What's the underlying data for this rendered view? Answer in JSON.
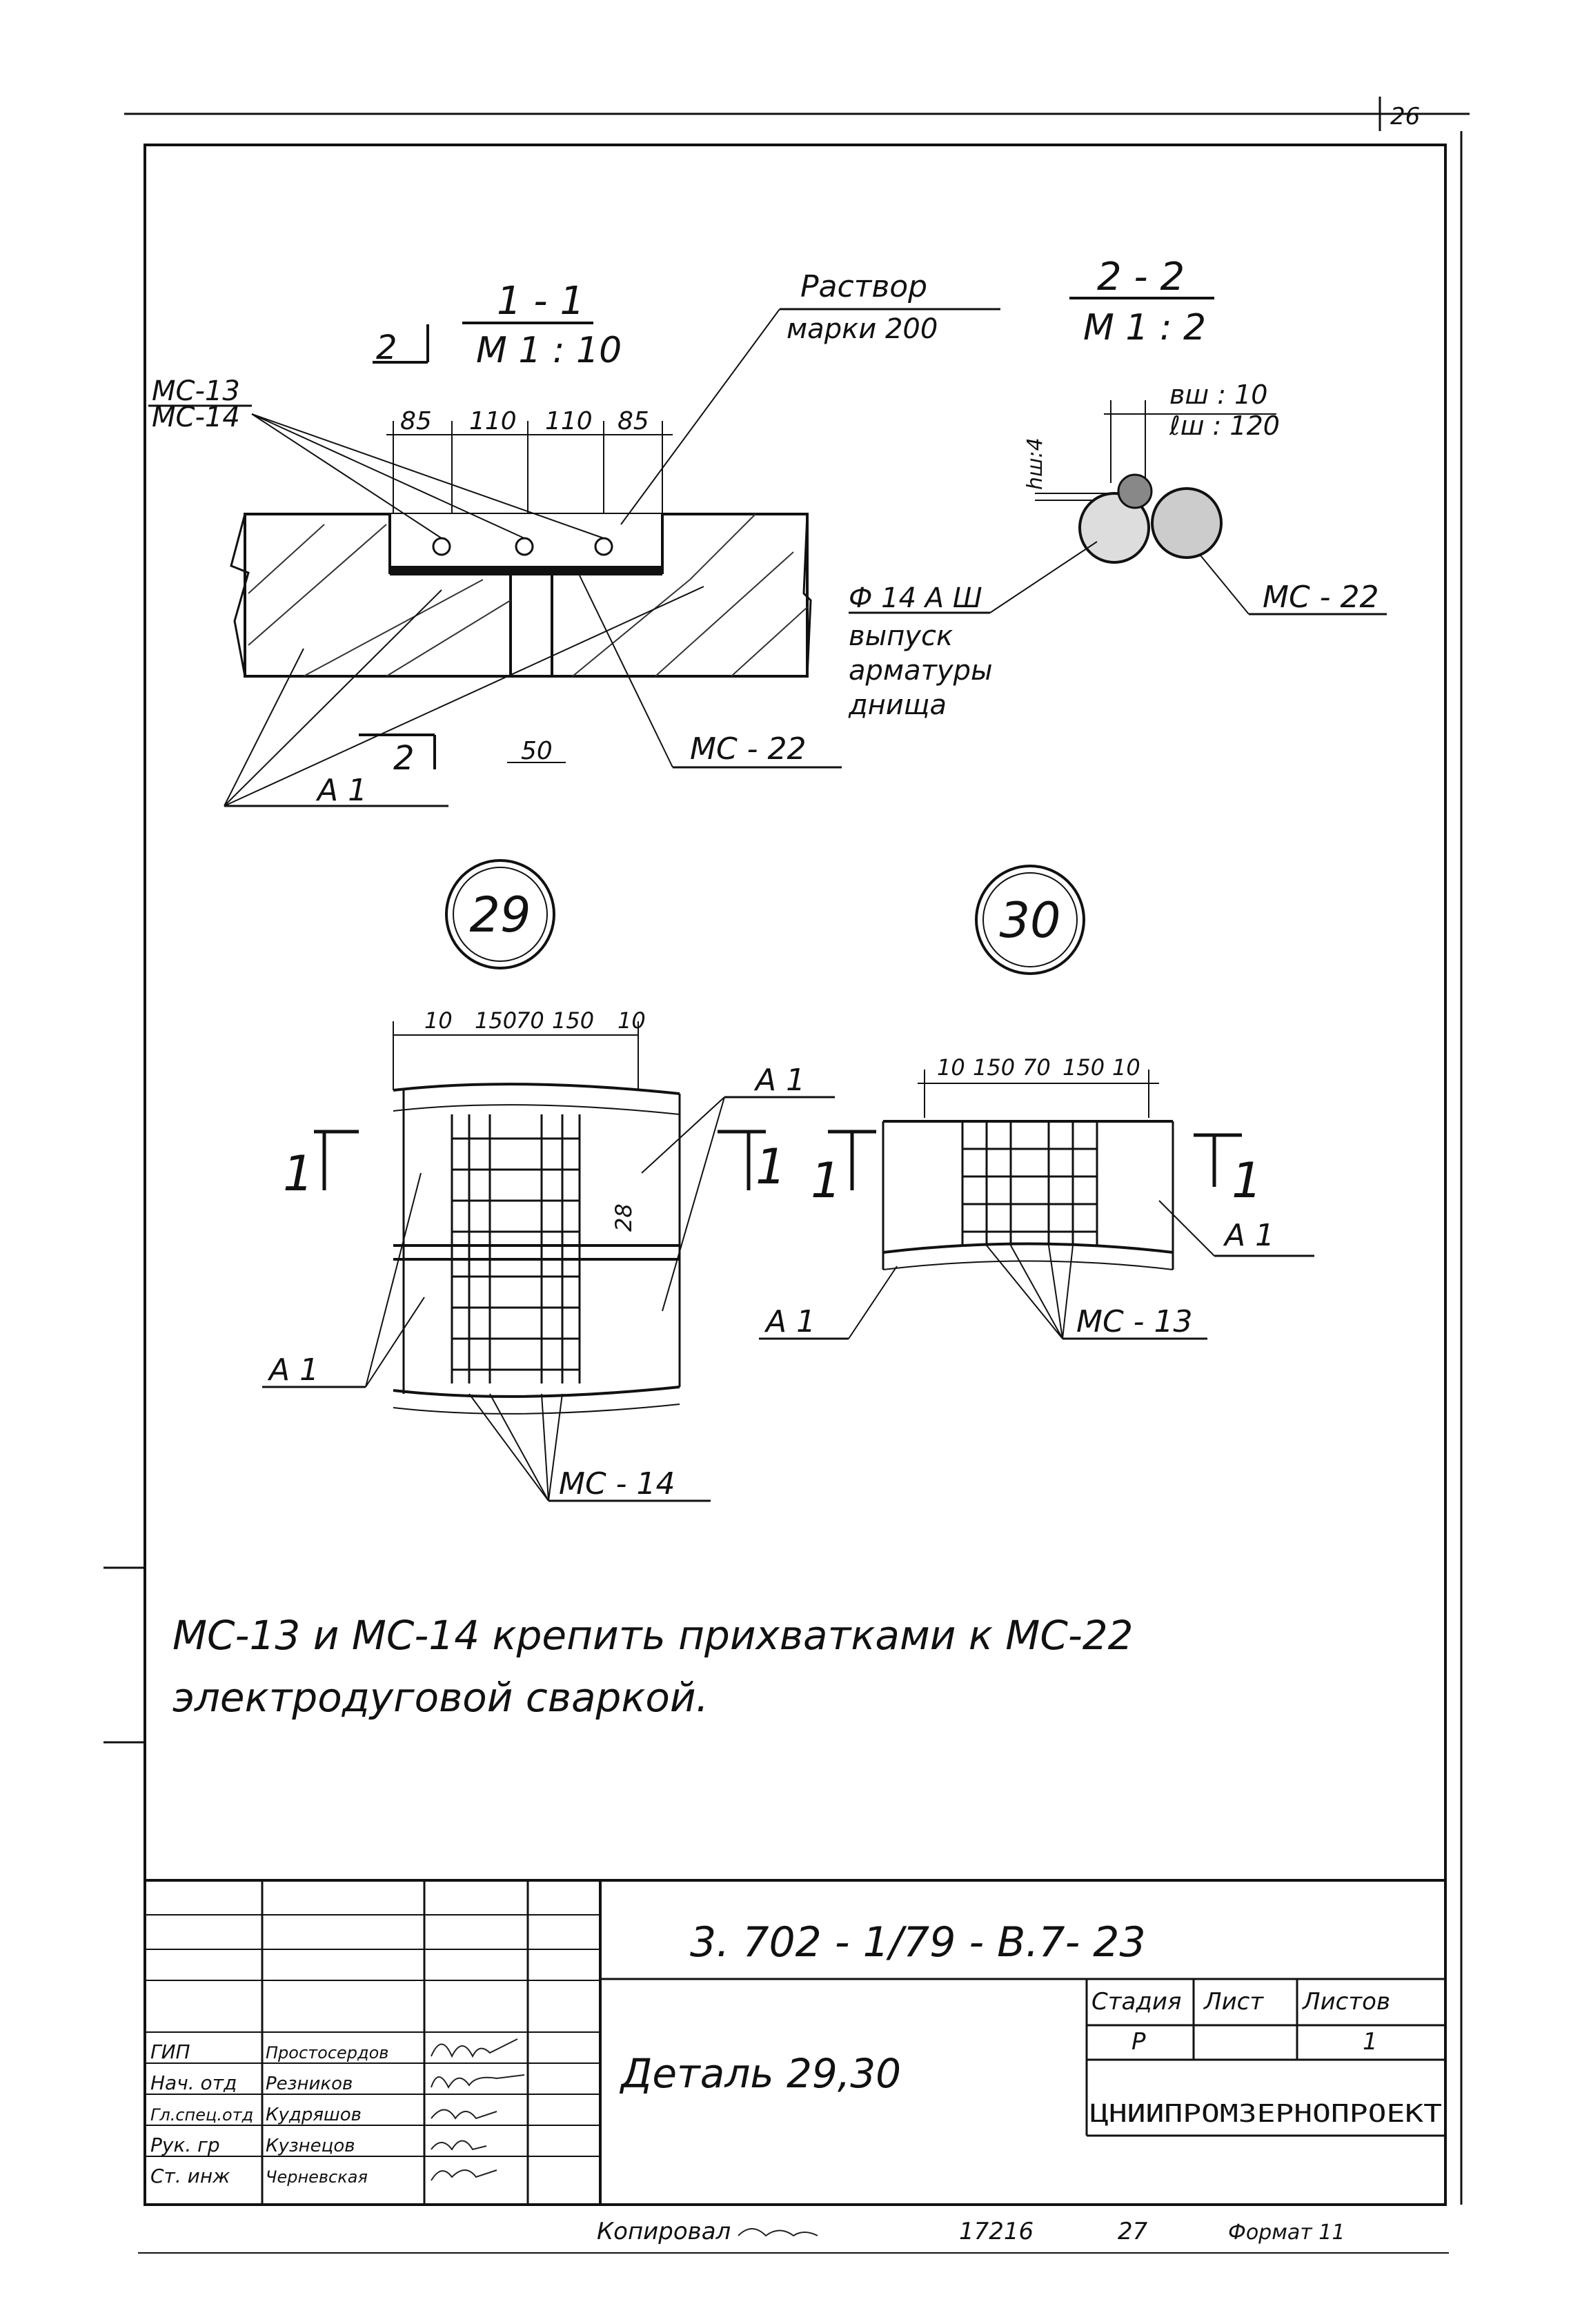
{
  "sheet_number": "26",
  "section_1": {
    "title": "1 - 1",
    "scale": "М 1 : 10",
    "cut_mark": "2",
    "dims_top": [
      "85",
      "110",
      "110",
      "85"
    ],
    "dim_bottom": "50"
  },
  "section_2": {
    "title": "2 - 2",
    "scale": "М 1 : 2",
    "dim_side": "hш:4",
    "dim_weld_1": "вш : 10",
    "dim_weld_2": "ℓш : 120"
  },
  "labels": {
    "mc13_mc14_a": "МС-13",
    "mc13_mc14_b": "МС-14",
    "mortar_1": "Раствор",
    "mortar_2": "марки 200",
    "mc22": "МС - 22",
    "mc22_b": "МС - 22",
    "a1": "А 1",
    "rebar_1": "Ф 14 А Ш",
    "rebar_2": "выпуск",
    "rebar_3": "арматуры",
    "rebar_4": "днища"
  },
  "detail_29": {
    "number": "29",
    "dims": [
      "10",
      "150",
      "70",
      "150",
      "10"
    ],
    "gap": "28",
    "cut_left": "1",
    "cut_right": "1",
    "label_a1_top": "А 1",
    "label_a1_left": "А 1",
    "label_mc14": "МС - 14"
  },
  "detail_30": {
    "number": "30",
    "dims": [
      "10",
      "150",
      "70",
      "150",
      "10"
    ],
    "cut_left": "1",
    "cut_right": "1",
    "label_a1_right": "А 1",
    "label_a1_left": "А 1",
    "label_mc13": "МС - 13"
  },
  "note_line_1": "МС-13 и МС-14 крепить прихватками к МС-22",
  "note_line_2": "электродуговой сваркой.",
  "title_block": {
    "code": "3. 702 - 1/79 - В.7- 23",
    "title": "Деталь 29,30",
    "stage_header": "Стадия",
    "sheet_header": "Лист",
    "sheets_header": "Листов",
    "stage": "Р",
    "sheet": "",
    "sheets": "1",
    "org": "ЦНИИПРОМЗЕРНОПРОЕКТ",
    "roles": [
      "ГИП",
      "Нач. отд",
      "Гл.спец.отд",
      "Рук. гр",
      "Ст. инж"
    ],
    "names": [
      "Простосердов",
      "Резников",
      "Кудряшов",
      "Кузнецов",
      "Черневская"
    ]
  },
  "footer": {
    "copied": "Копировал",
    "order": "17216",
    "num": "27",
    "format": "Формат 11"
  }
}
